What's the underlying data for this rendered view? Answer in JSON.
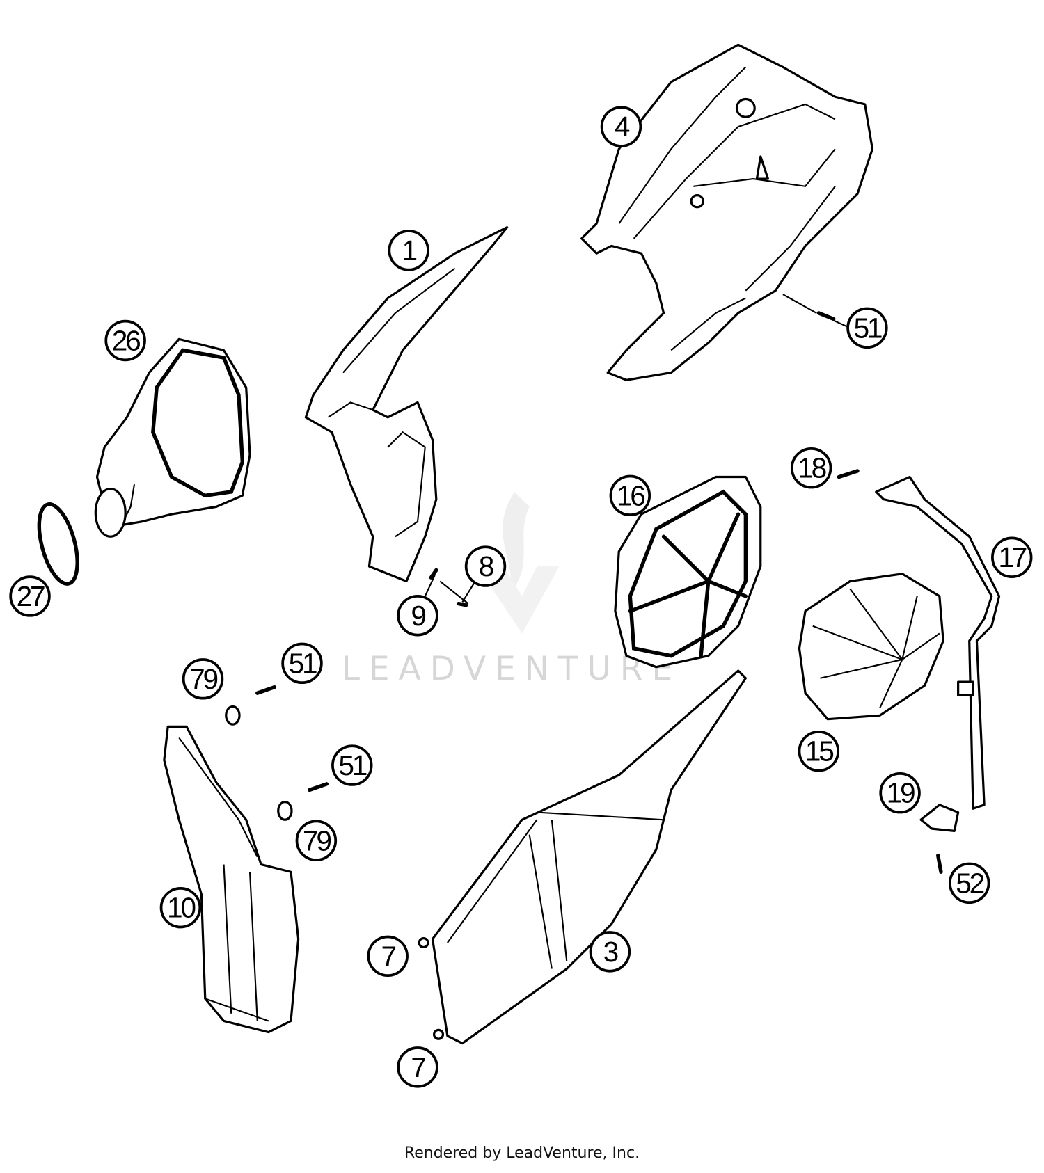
{
  "watermark": {
    "text": "LEADVENTURE"
  },
  "footer": {
    "text": "Rendered by LeadVenture, Inc."
  },
  "callouts": [
    {
      "label": "1"
    },
    {
      "label": "4"
    },
    {
      "label": "51"
    },
    {
      "label": "26"
    },
    {
      "label": "18"
    },
    {
      "label": "16"
    },
    {
      "label": "17"
    },
    {
      "label": "8"
    },
    {
      "label": "27"
    },
    {
      "label": "9"
    },
    {
      "label": "79"
    },
    {
      "label": "51"
    },
    {
      "label": "51"
    },
    {
      "label": "79"
    },
    {
      "label": "15"
    },
    {
      "label": "19"
    },
    {
      "label": "10"
    },
    {
      "label": "52"
    },
    {
      "label": "7"
    },
    {
      "label": "3"
    },
    {
      "label": "7"
    }
  ]
}
